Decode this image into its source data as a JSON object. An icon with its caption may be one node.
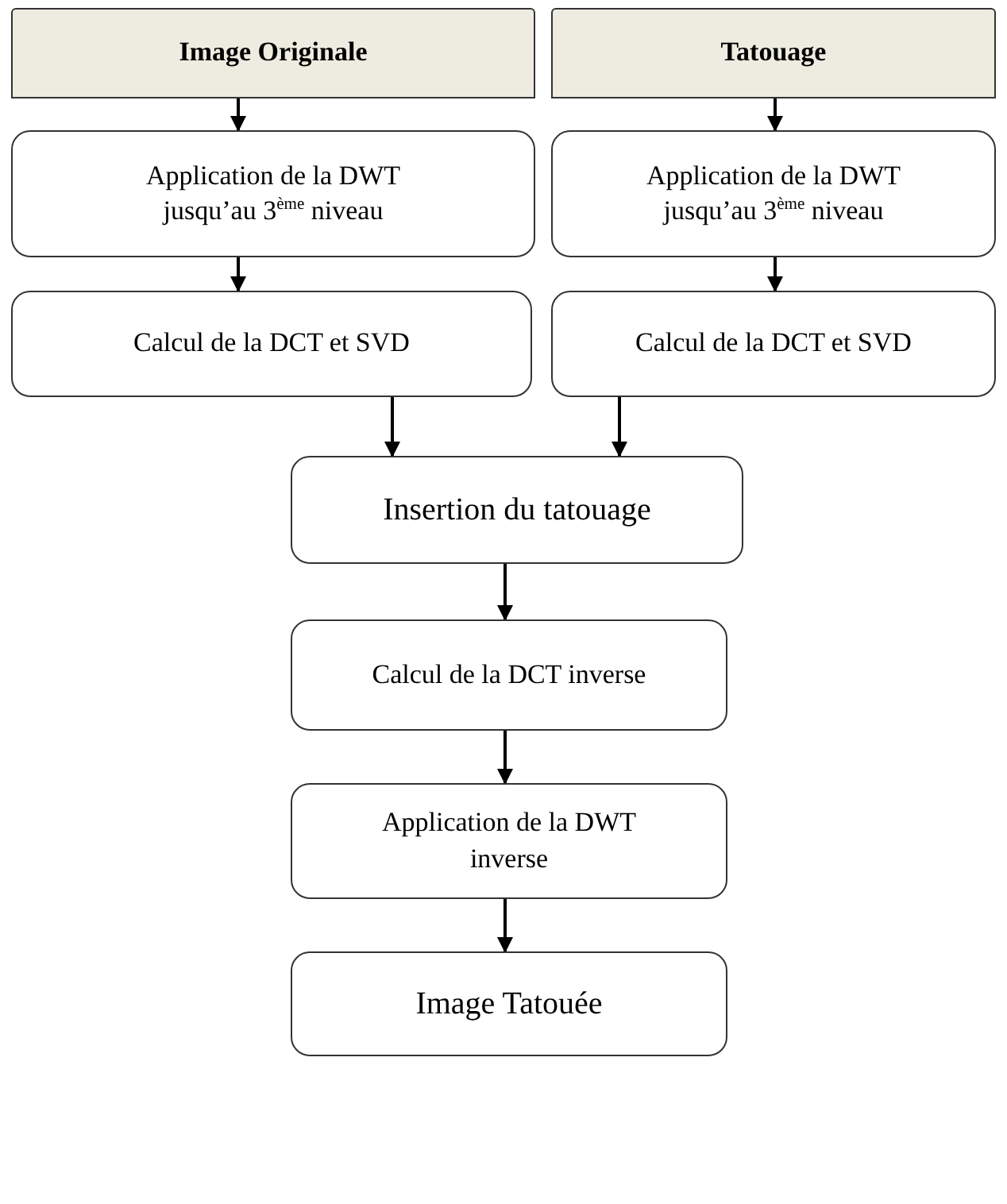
{
  "diagram": {
    "nodes": [
      {
        "text": [
          "Image Originale"
        ]
      },
      {
        "text": [
          "Tatouage"
        ]
      },
      {
        "text": [
          "Application de la DWT jusqu’au 3$^{ème}$ niveau"
        ]
      },
      {
        "text": [
          "Application de la DWT jusqu’au 3$^{ème}$ niveau"
        ]
      },
      {
        "text": [
          "Calcul de la DCT et SVD"
        ]
      },
      {
        "text": [
          "Calcul de la DCT et SVD"
        ]
      },
      {
        "text": [
          "Insertion du tatouage"
        ]
      },
      {
        "text": [
          "Calcul de la DCT inverse"
        ]
      },
      {
        "text": [
          "Application de la DWT inverse"
        ]
      },
      {
        "text": [
          "Image Tatouée"
        ]
      }
    ],
    "edges": [
      {
        "from": 0,
        "to": 2,
        "arrow": "to"
      },
      {
        "from": 1,
        "to": 3,
        "arrow": "to"
      },
      {
        "from": 2,
        "to": 4,
        "arrow": "to"
      },
      {
        "from": 3,
        "to": 5,
        "arrow": "to"
      },
      {
        "from": 4,
        "to": 6,
        "arrow": "to"
      },
      {
        "from": 5,
        "to": 6,
        "arrow": "to"
      },
      {
        "from": 6,
        "to": 7,
        "arrow": "to"
      },
      {
        "from": 7,
        "to": 8,
        "arrow": "to"
      },
      {
        "from": 8,
        "to": 9,
        "arrow": "to"
      }
    ]
  }
}
